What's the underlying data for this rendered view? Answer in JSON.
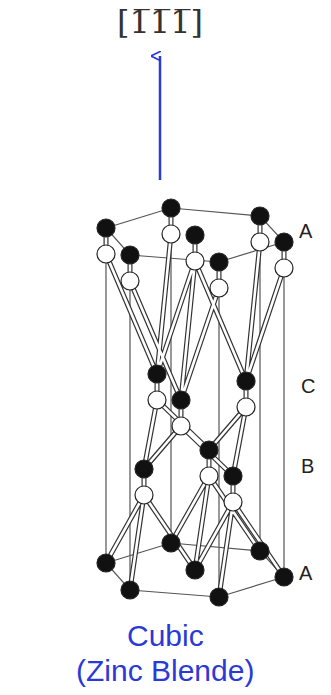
{
  "diagram": {
    "caption": "Cubic (Zinc Blende)",
    "labels": [
      "[1̅1̅1̅]",
      "A",
      "C",
      "B",
      "A"
    ]
  }
}
